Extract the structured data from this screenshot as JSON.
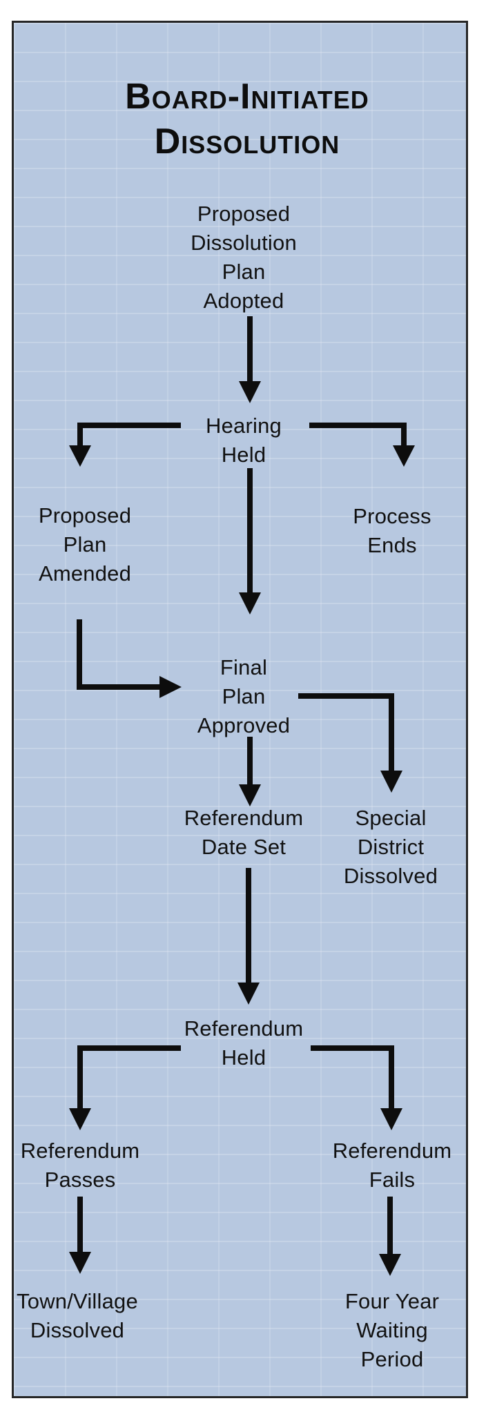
{
  "title": {
    "line1": "Board-Initiated",
    "line2": "Dissolution"
  },
  "colors": {
    "chart_background": "#b7c8e0",
    "border": "#262626",
    "arrow": "#0d0d0d",
    "text": "#111111"
  },
  "nodes": {
    "proposed_dissolution_plan_adopted": {
      "lines": [
        "Proposed",
        "Dissolution",
        "Plan",
        "Adopted"
      ]
    },
    "hearing_held": {
      "lines": [
        "Hearing",
        "Held"
      ]
    },
    "proposed_plan_amended": {
      "lines": [
        "Proposed",
        "Plan",
        "Amended"
      ]
    },
    "process_ends": {
      "lines": [
        "Process",
        "Ends"
      ]
    },
    "final_plan_approved": {
      "lines": [
        "Final",
        "Plan",
        "Approved"
      ]
    },
    "referendum_date_set": {
      "lines": [
        "Referendum",
        "Date Set"
      ]
    },
    "special_district_dissolved": {
      "lines": [
        "Special",
        "District",
        "Dissolved"
      ]
    },
    "referendum_held": {
      "lines": [
        "Referendum",
        "Held"
      ]
    },
    "referendum_passes": {
      "lines": [
        "Referendum",
        "Passes"
      ]
    },
    "referendum_fails": {
      "lines": [
        "Referendum",
        "Fails"
      ]
    },
    "town_village_dissolved": {
      "lines": [
        "Town/Village",
        "Dissolved"
      ]
    },
    "four_year_waiting_period": {
      "lines": [
        "Four Year",
        "Waiting",
        "Period"
      ]
    }
  },
  "edges": [
    {
      "from": "Proposed Dissolution Plan Adopted",
      "to": "Hearing Held"
    },
    {
      "from": "Hearing Held",
      "to": "Proposed Plan Amended"
    },
    {
      "from": "Hearing Held",
      "to": "Final Plan Approved"
    },
    {
      "from": "Hearing Held",
      "to": "Process Ends"
    },
    {
      "from": "Proposed Plan Amended",
      "to": "Final Plan Approved"
    },
    {
      "from": "Final Plan Approved",
      "to": "Referendum Date Set"
    },
    {
      "from": "Final Plan Approved",
      "to": "Special District Dissolved"
    },
    {
      "from": "Referendum Date Set",
      "to": "Referendum Held"
    },
    {
      "from": "Referendum Held",
      "to": "Referendum Passes"
    },
    {
      "from": "Referendum Held",
      "to": "Referendum Fails"
    },
    {
      "from": "Referendum Passes",
      "to": "Town/Village Dissolved"
    },
    {
      "from": "Referendum Fails",
      "to": "Four Year Waiting Period"
    }
  ]
}
